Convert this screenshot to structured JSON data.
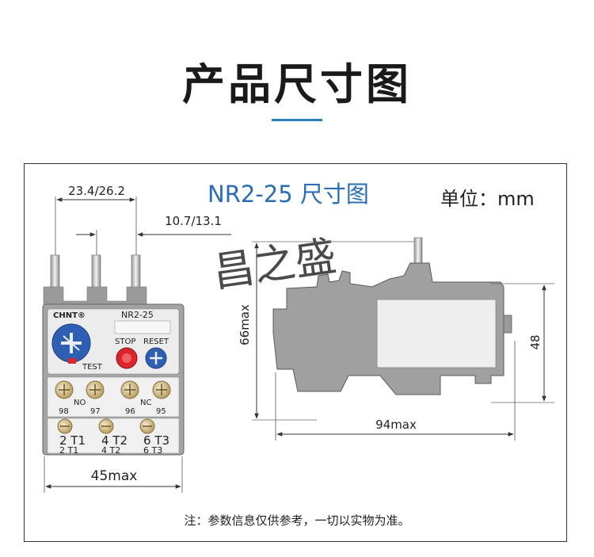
{
  "page": {
    "heading": "产品尺寸图",
    "model_title": "NR2-25 尺寸图",
    "unit_label": "单位：mm",
    "note": "注：参数信息仅供参考，一切以实物为准。"
  },
  "front_view": {
    "brand": "CHNT®",
    "model": "NR2-25",
    "test_label": "TEST",
    "stop_label": "STOP",
    "reset_label": "RESET",
    "contact_no": "NO",
    "contact_nc": "NC",
    "aux_terminals": [
      "98",
      "97",
      "96",
      "95"
    ],
    "main_terminals": [
      "2 T1",
      "4 T2",
      "6 T3"
    ],
    "main_terminals_faint": [
      "2 T1",
      "4 T2",
      "6 T3"
    ],
    "dim_pitch": "23.4/26.2",
    "dim_spacing": "10.7/13.1",
    "dim_width": "45max"
  },
  "side_view": {
    "dim_height": "66max",
    "dim_length": "94max",
    "dim_right": "48"
  },
  "watermark": "昌之盛",
  "colors": {
    "accent": "#2a7fc0",
    "title_blue": "#2a6db5",
    "body_grey": "#9a9a9a",
    "dial_blue": "#2f5fb3",
    "stop_red": "#d9262c",
    "terminal_gold": "#c9b27a"
  }
}
